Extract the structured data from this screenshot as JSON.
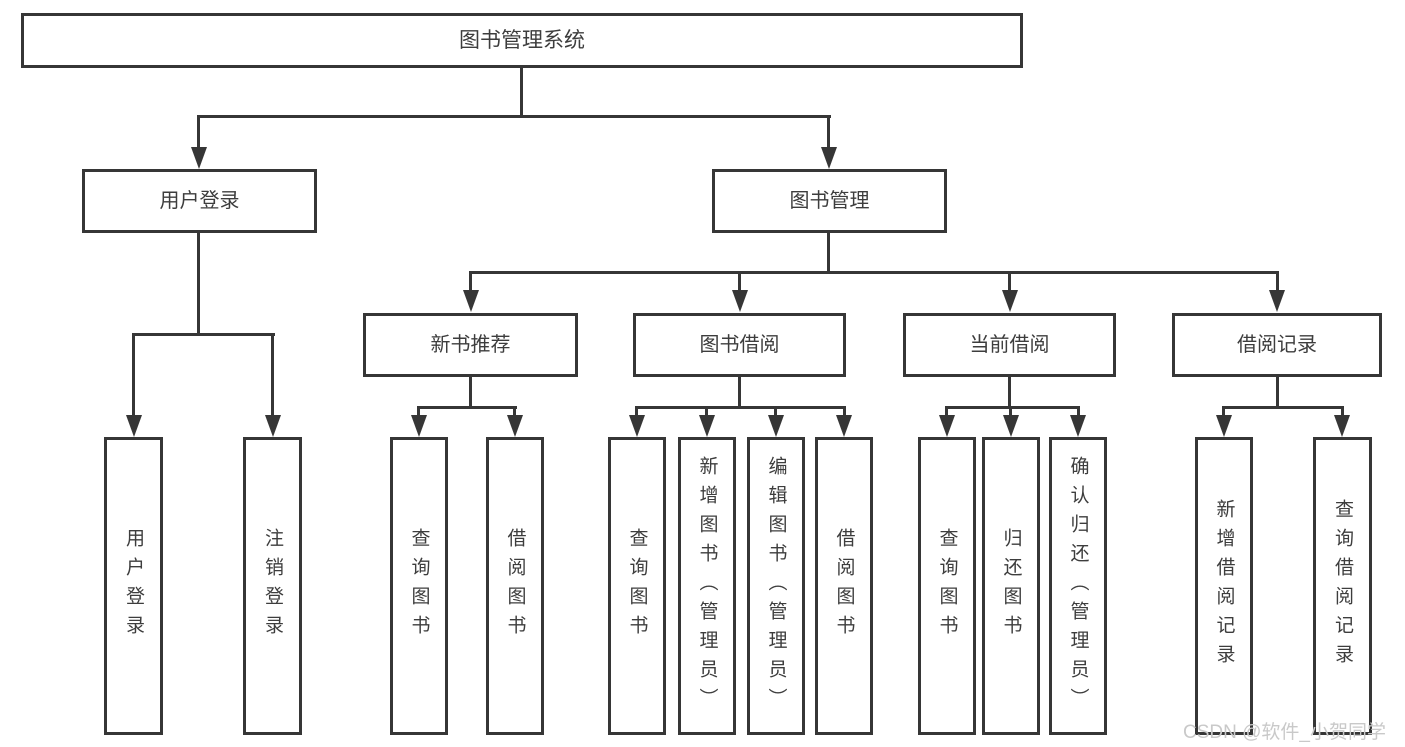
{
  "diagram": {
    "root": {
      "label": "图书管理系统"
    },
    "branches": [
      {
        "label": "用户登录",
        "children": [
          {
            "label": "用户登录"
          },
          {
            "label": "注销登录"
          }
        ]
      },
      {
        "label": "图书管理",
        "sections": [
          {
            "label": "新书推荐",
            "children": [
              {
                "label": "查询图书"
              },
              {
                "label": "借阅图书"
              }
            ]
          },
          {
            "label": "图书借阅",
            "children": [
              {
                "label": "查询图书"
              },
              {
                "label": "新增图书（管理员）"
              },
              {
                "label": "编辑图书（管理员）"
              },
              {
                "label": "借阅图书"
              }
            ]
          },
          {
            "label": "当前借阅",
            "children": [
              {
                "label": "查询图书"
              },
              {
                "label": "归还图书"
              },
              {
                "label": "确认归还（管理员）"
              }
            ]
          },
          {
            "label": "借阅记录",
            "children": [
              {
                "label": "新增借阅记录"
              },
              {
                "label": "查询借阅记录"
              }
            ]
          }
        ]
      }
    ]
  },
  "watermark": {
    "text": "CSDN @软件_小贺同学"
  },
  "colors": {
    "line": "#363636",
    "text": "#3d3d3d",
    "watermark": "#c9c9c9",
    "background": "#ffffff"
  }
}
